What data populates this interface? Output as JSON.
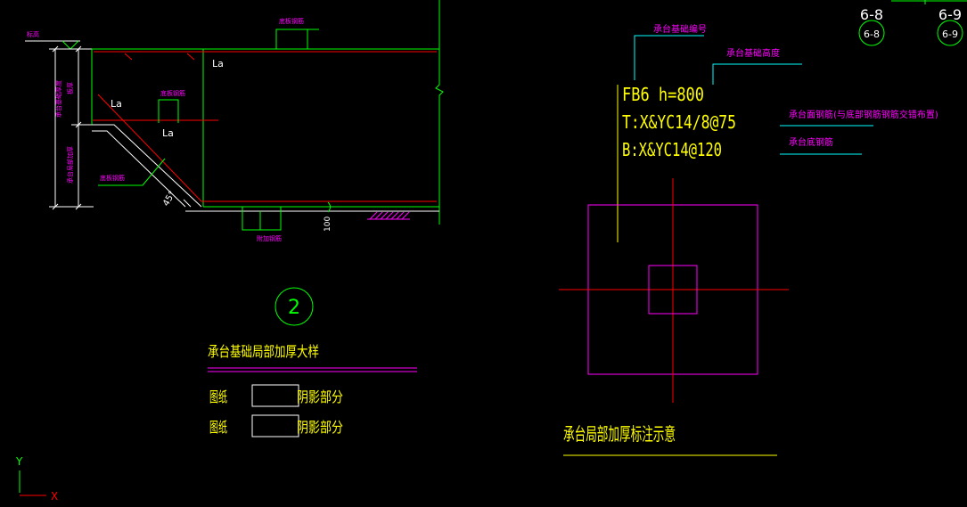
{
  "colors": {
    "background": "#000000",
    "green": "#00ff00",
    "red": "#ff0000",
    "magenta": "#ff00ff",
    "cyan": "#00ffff",
    "yellow": "#ffff00",
    "white": "#ffffff",
    "blue": "#2020ff"
  },
  "section_detail": {
    "elevation_label": "标高",
    "dim_labels": [
      "承台基础厚度",
      "板厚",
      "承台局部加厚"
    ],
    "la_labels": [
      "La",
      "La",
      "La"
    ],
    "rebar_leaders": [
      "底板钢筋",
      "底板钢筋",
      "底板钢筋",
      "附加钢筋"
    ],
    "dim_100": "100",
    "angle": "45°"
  },
  "section_tag": {
    "number": "2"
  },
  "detail_title": "承台基础局部加厚大样",
  "legend": [
    {
      "prefix": "图纸",
      "suffix": "阴影部分",
      "swatch_icon": "crosshatch-swatch-icon"
    },
    {
      "prefix": "图纸",
      "suffix": "阴影部分",
      "swatch_icon": "diagonal-hatch-swatch-icon"
    }
  ],
  "annotation_example": {
    "leader_labels": {
      "id": "承台基础编号",
      "height": "承台基础高度",
      "top_rebar": "承台面钢筋(与底部钢筋钢筋交错布置)",
      "bottom_rebar": "承台底钢筋"
    },
    "lines": [
      "FB6 h=800",
      "T:X&YC14/8@75",
      "B:X&YC14@120"
    ],
    "title": "承台局部加厚标注示意"
  },
  "grid_axes": [
    {
      "label": "6-8",
      "bubble": "6-8"
    },
    {
      "label": "6-9",
      "bubble": "6-9"
    }
  ],
  "ucs_icon": {
    "x_label": "X",
    "y_label": "Y"
  }
}
